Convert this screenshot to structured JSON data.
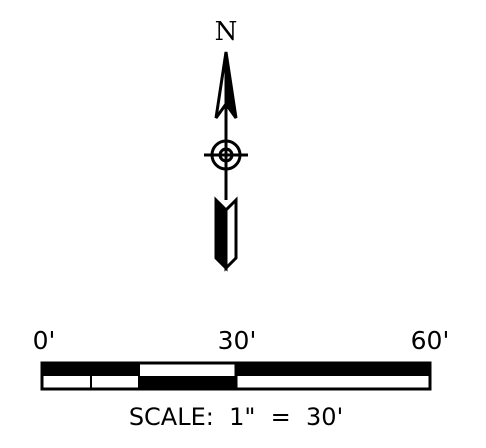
{
  "north_arrow": {
    "label": "N",
    "icon": "north-arrow-icon"
  },
  "scale_bar": {
    "tick_labels": [
      "0'",
      "30'",
      "60'"
    ],
    "caption": "SCALE:  1\"  =  30'",
    "fill_color": "#000000",
    "background_color": "#ffffff"
  }
}
